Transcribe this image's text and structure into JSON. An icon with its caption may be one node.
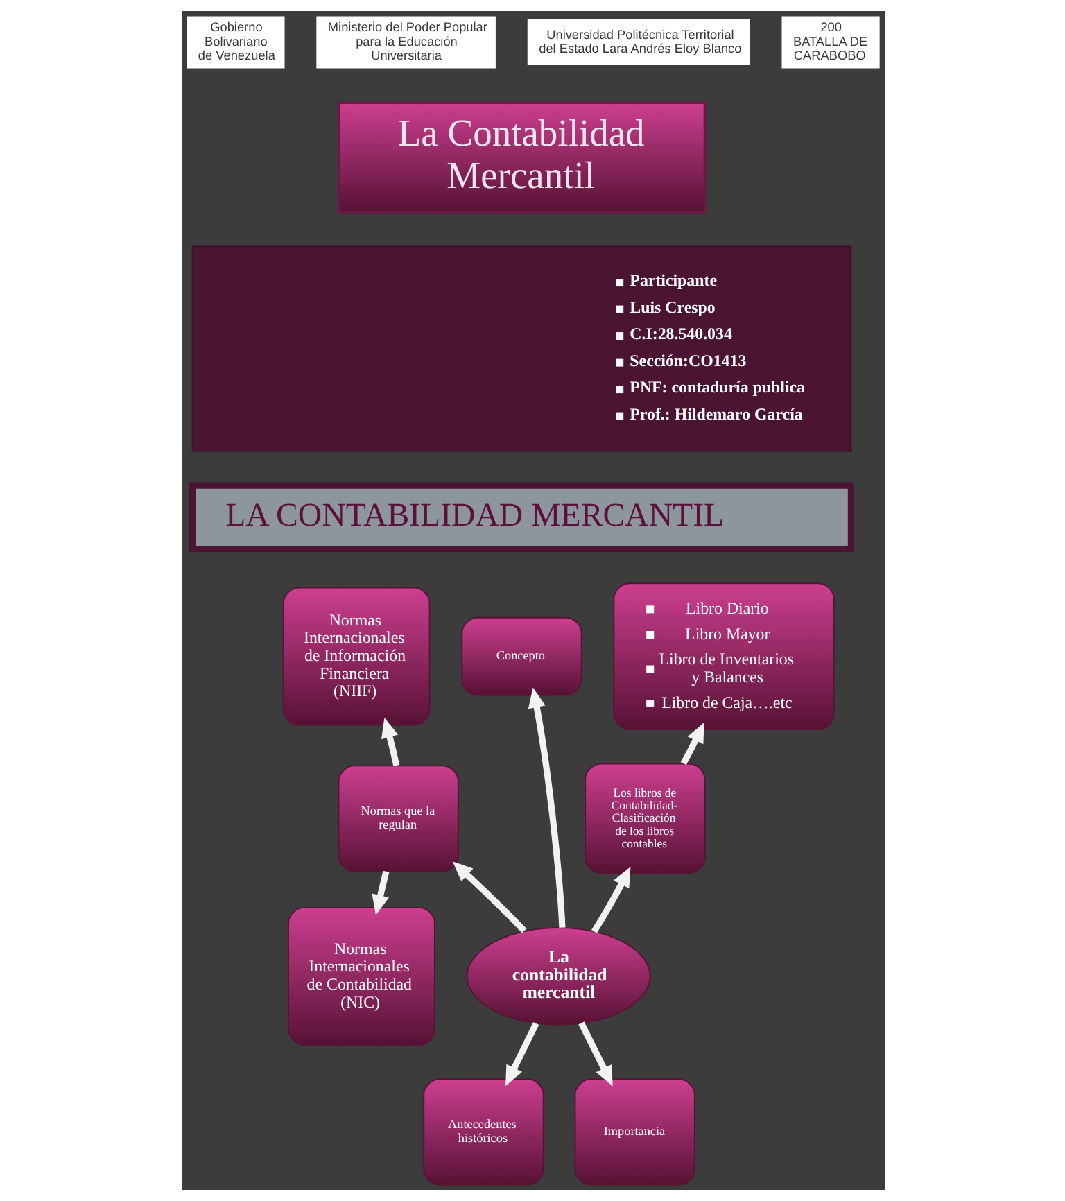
{
  "diagram": {
    "nodes": [
      {
        "text": [
          "La Contabilidad Mercantil"
        ]
      },
      {
        "text": [
          "Participante",
          "Luis Crespo",
          "C.I:28.540.034",
          "Sección:CO1413",
          "PNF: contaduría publica",
          "Prof.: Hildemaro García"
        ]
      },
      {
        "text": [
          "LA CONTABILIDAD MERCANTIL"
        ]
      },
      {
        "text": [
          "Normas Internacionales de Información Financiera (NIIF)"
        ]
      },
      {
        "text": [
          "Concepto"
        ]
      },
      {
        "text": [
          "Libro Diario",
          "Libro Mayor",
          "Libro de Inventarios y Balances",
          "Libro de Caja….etc"
        ]
      },
      {
        "text": [
          "Normas que la regulan"
        ]
      },
      {
        "text": [
          "Los libros de Contabilidad- Clasificación de los libros contables"
        ]
      },
      {
        "text": [
          "La contabilidad mercantil"
        ]
      },
      {
        "text": [
          "Normas Internacionales de Contabilidad (NIC)"
        ]
      },
      {
        "text": [
          "Antecedentes históricos"
        ]
      },
      {
        "text": [
          "Importancia"
        ]
      }
    ],
    "edges": [
      {
        "from": 8,
        "to": 4,
        "arrow": "to"
      },
      {
        "from": 8,
        "to": 6,
        "arrow": "to"
      },
      {
        "from": 8,
        "to": 7,
        "arrow": "to"
      },
      {
        "from": 8,
        "to": 10,
        "arrow": "to"
      },
      {
        "from": 8,
        "to": 11,
        "arrow": "to"
      },
      {
        "from": 6,
        "to": 3,
        "arrow": "to"
      },
      {
        "from": 6,
        "to": 9,
        "arrow": "to"
      },
      {
        "from": 7,
        "to": 5,
        "arrow": "to"
      }
    ],
    "labels": [
      "Gobierno Bolivariano de Venezuela",
      "Ministerio del Poder Popular para la Educación Universitaria",
      "Universidad Politécnica Territorial del Estado Lara Andrés Eloy Blanco",
      "200 BATALLA DE CARABOBO"
    ]
  }
}
